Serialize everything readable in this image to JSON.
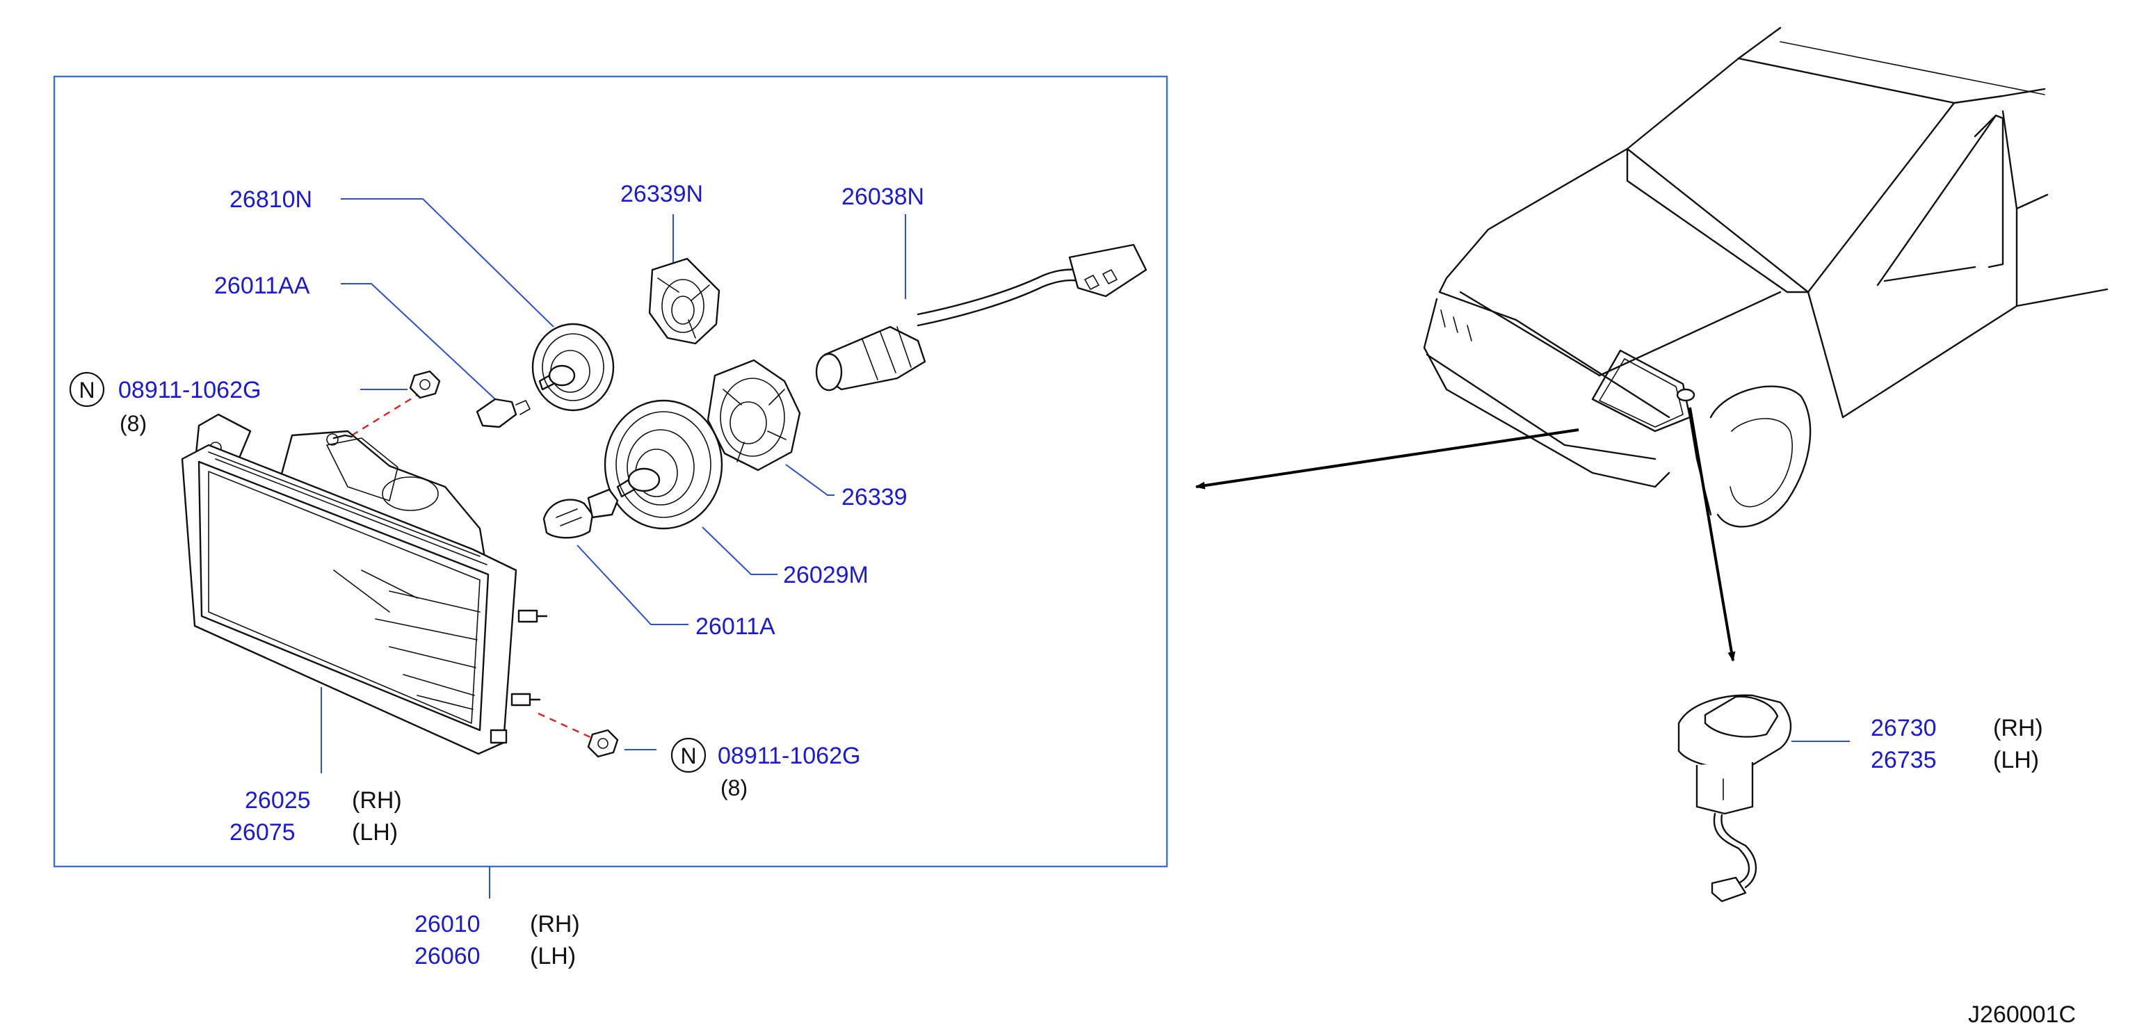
{
  "colors": {
    "part_number": "#1a1ad6",
    "leader": "#2a4fd6",
    "text": "#111111",
    "frame": "#3a6fd8",
    "dash": "#e02020",
    "arrow": "#000000"
  },
  "parts": {
    "p26810N": "26810N",
    "p26339N": "26339N",
    "p26038N": "26038N",
    "p26011AA": "26011AA",
    "p26339": "26339",
    "p26029M": "26029M",
    "p26011A": "26011A",
    "nut_top": "08911-1062G",
    "nut_bottom": "08911-1062G",
    "p26025": "26025",
    "p26075": "26075",
    "p26010": "26010",
    "p26060": "26060",
    "p26730": "26730",
    "p26735": "26735"
  },
  "labels": {
    "rh": "(RH)",
    "lh": "(LH)",
    "qty_top": "(8)",
    "qty_bottom": "(8)",
    "n_symbol": "N"
  },
  "diagram_code": "J260001C",
  "icons": [
    "headlamp-assembly",
    "bulb-socket",
    "bulb",
    "harness-connector",
    "nut",
    "car-front",
    "side-marker-lamp"
  ]
}
